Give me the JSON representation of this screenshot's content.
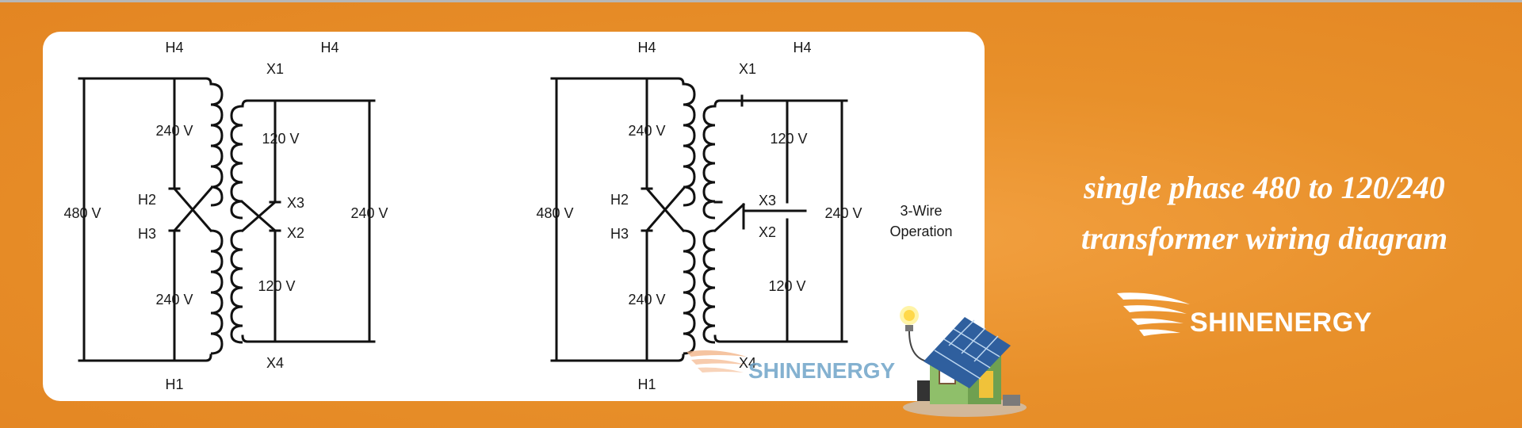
{
  "title": {
    "line1": "single phase 480 to 120/240",
    "line2": "transformer wiring diagram"
  },
  "brand": {
    "name": "SHINENERGY",
    "watermark": "SHINENERGY"
  },
  "diagram_left": {
    "h4_primary": "H4",
    "h4_secondary": "H4",
    "x1": "X1",
    "h2": "H2",
    "h3": "H3",
    "x3": "X3",
    "x2": "X2",
    "h1": "H1",
    "x4": "X4",
    "v_top": "240 V",
    "v_bottom": "240 V",
    "v_480": "480 V",
    "v_120_top": "120 V",
    "v_120_bottom": "120 V",
    "v_240_right": "240 V"
  },
  "diagram_right": {
    "h4_primary": "H4",
    "h4_secondary": "H4",
    "x1": "X1",
    "h2": "H2",
    "h3": "H3",
    "x3": "X3",
    "x2": "X2",
    "h1": "H1",
    "x4": "X4",
    "v_top": "240 V",
    "v_bottom": "240 V",
    "v_480": "480 V",
    "v_120_top": "120 V",
    "v_120_bottom": "120 V",
    "v_240_right": "240 V",
    "note_line1": "3-Wire",
    "note_line2": "Operation"
  },
  "colors": {
    "background": "#e8902a",
    "card": "#ffffff",
    "ink": "#111111",
    "watermark": "#6fa4c8"
  }
}
